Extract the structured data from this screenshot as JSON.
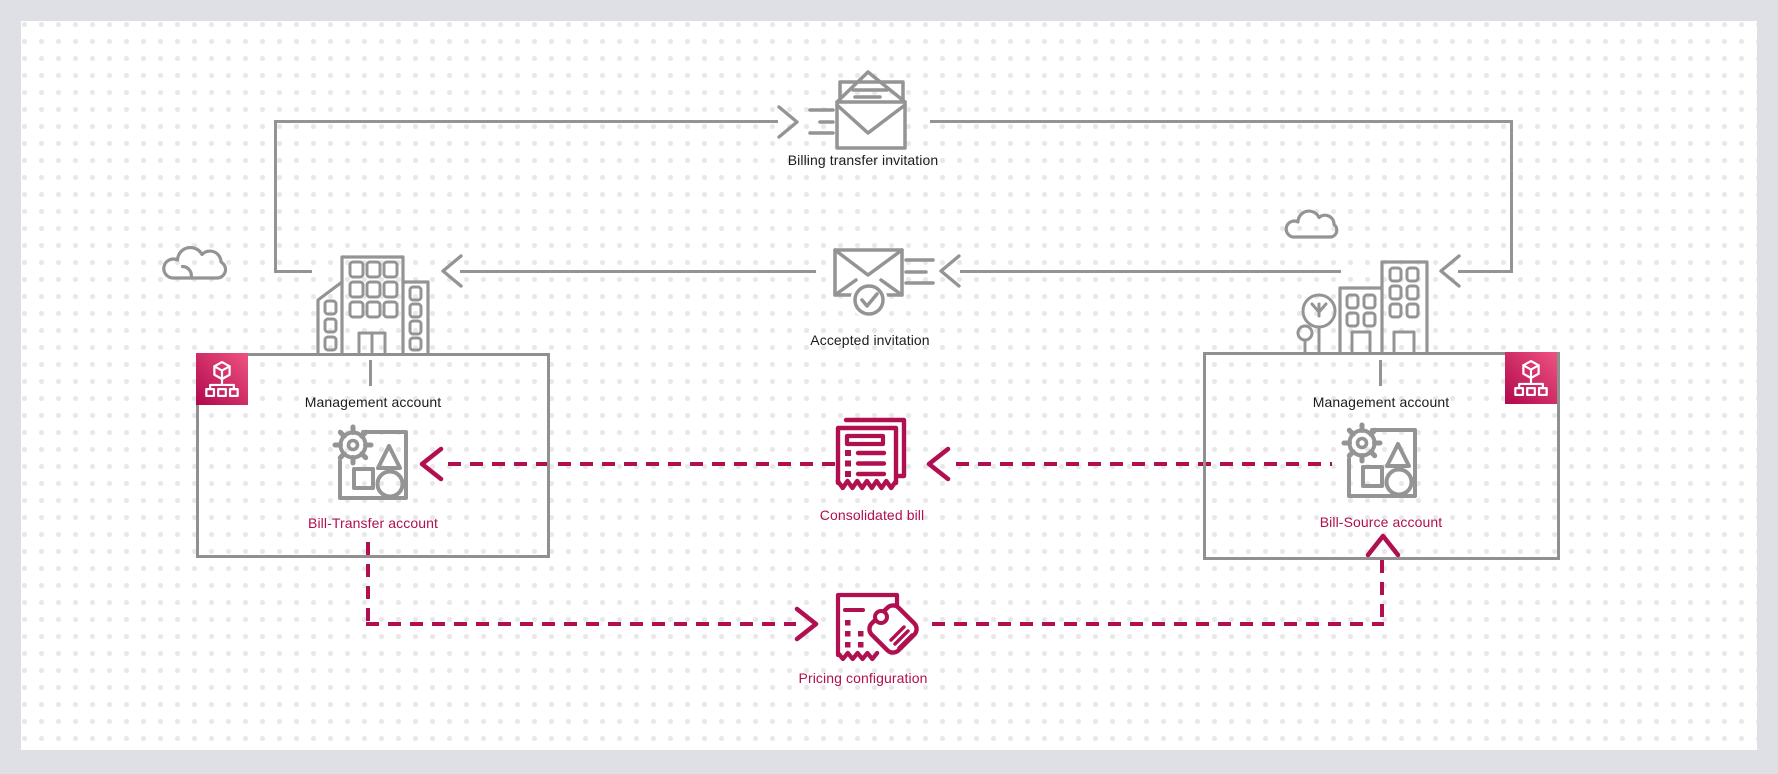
{
  "labels": {
    "billing_transfer_invitation": "Billing transfer invitation",
    "accepted_invitation": "Accepted invitation",
    "consolidated_bill": "Consolidated bill",
    "pricing_configuration": "Pricing configuration"
  },
  "left_account": {
    "management_label": "Management account",
    "account_label": "Bill-Transfer account"
  },
  "right_account": {
    "management_label": "Management account",
    "account_label": "Bill-Source account"
  },
  "icons": {
    "open_envelope": "open-envelope-icon",
    "envelope_accepted": "envelope-check-icon",
    "consolidated_bill": "bill-receipt-icon",
    "pricing_configuration": "receipt-price-tag-icon",
    "organizations": "aws-organizations-icon",
    "account_resources": "account-resources-icon",
    "building_left": "office-building-icon",
    "building_right": "office-buildings-tree-icon",
    "cloud": "cloud-icon"
  },
  "colors": {
    "accent": "#b0104f",
    "accent_grad_a": "#b0084d",
    "accent_grad_b": "#ee5380",
    "line_gray": "#949494",
    "text_dark": "#1c1c1c",
    "outer_bg": "#dfe0e5",
    "canvas_bg": "#ffffff",
    "dot": "#e8e8eb"
  }
}
